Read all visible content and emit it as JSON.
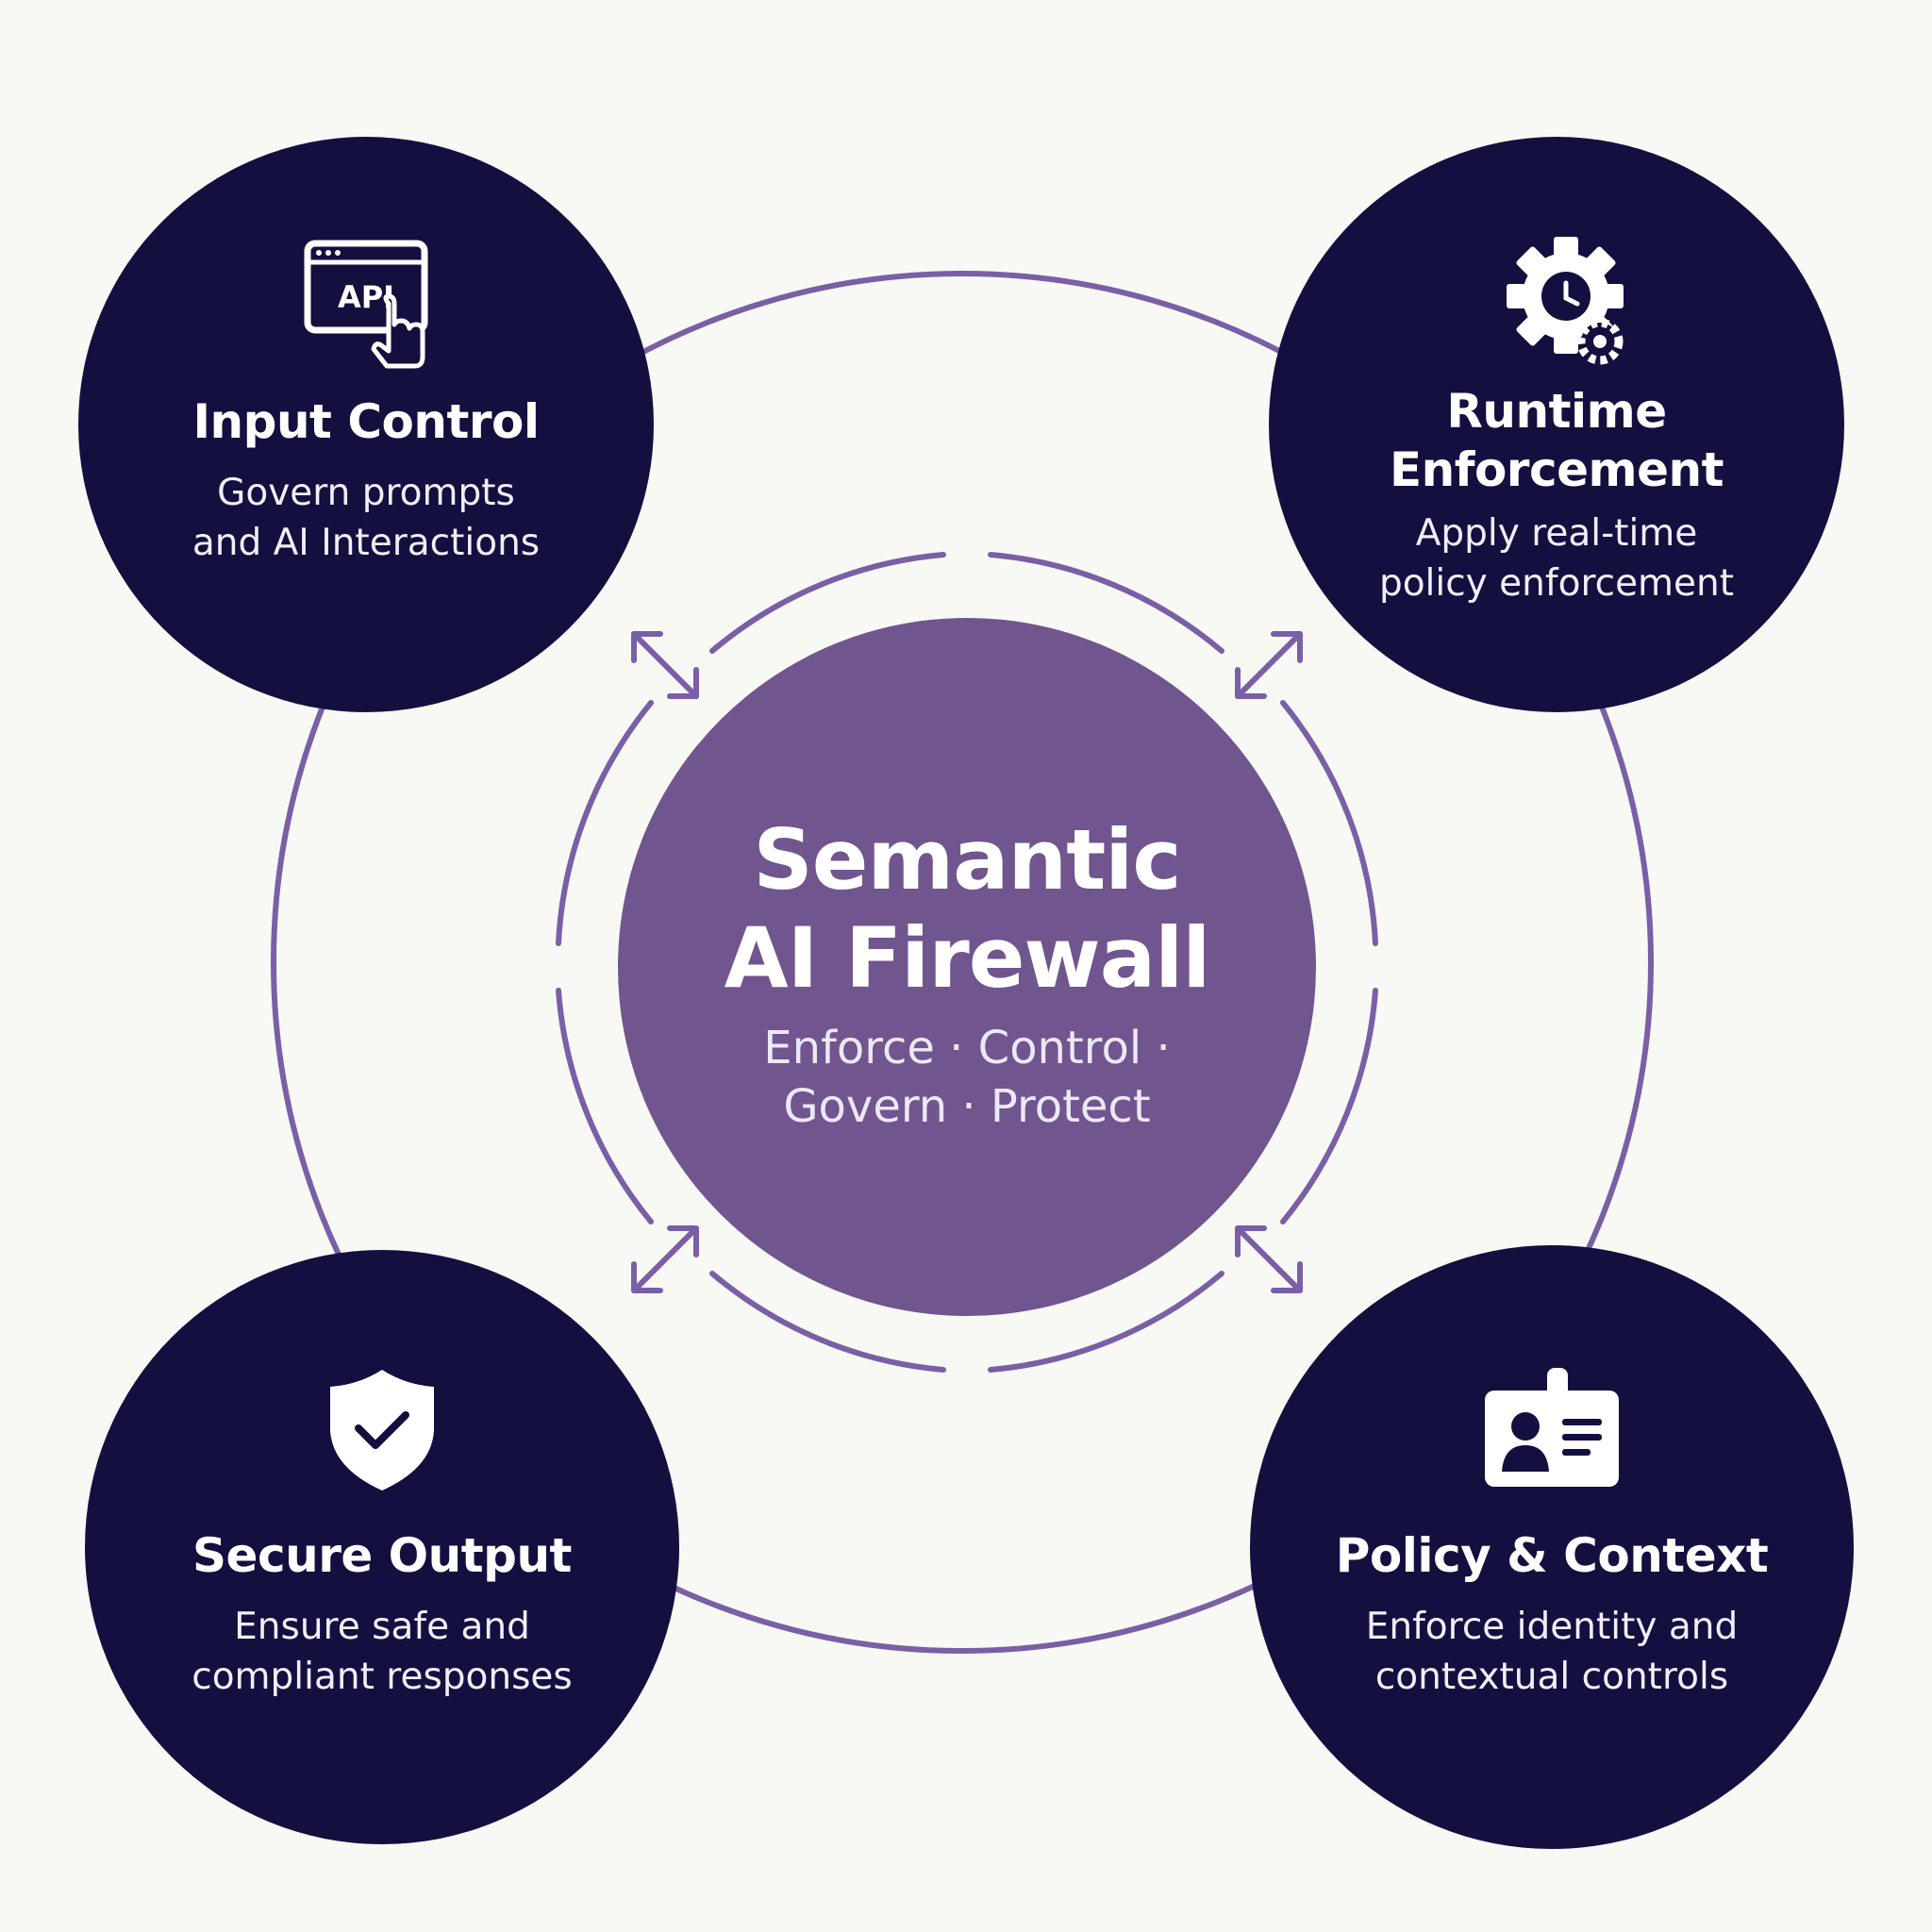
{
  "colors": {
    "background": "#f8f8f5",
    "node_fill": "#13103f",
    "center_fill": "#70558f",
    "ring_stroke": "#7a5fa6",
    "icon_color": "#ffffff"
  },
  "center": {
    "title_line1": "Semantic",
    "title_line2": "AI Firewall",
    "subtitle_line1": "Enforce · Control ·",
    "subtitle_line2": "Govern · Protect"
  },
  "nodes": {
    "input_control": {
      "icon": "api-click-icon",
      "icon_label": "API",
      "title": "Input Control",
      "desc_line1": "Govern prompts",
      "desc_line2": "and AI Interactions"
    },
    "runtime_enforcement": {
      "icon": "gear-clock-icon",
      "title_line1": "Runtime",
      "title_line2": "Enforcement",
      "desc_line1": "Apply real-time",
      "desc_line2": "policy enforcement"
    },
    "secure_output": {
      "icon": "shield-check-icon",
      "title": "Secure Output",
      "desc_line1": "Ensure safe and",
      "desc_line2": "compliant responses"
    },
    "policy_context": {
      "icon": "id-badge-icon",
      "title": "Policy & Context",
      "desc_line1": "Enforce identity and",
      "desc_line2": "contextual controls"
    }
  }
}
